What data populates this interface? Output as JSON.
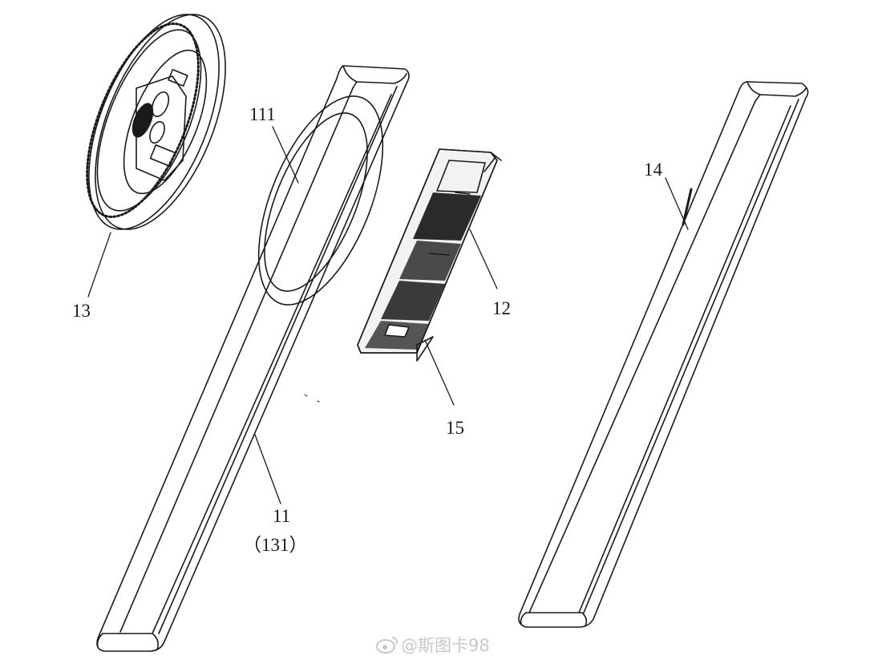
{
  "labels": {
    "l111": "111",
    "l13": "13",
    "l14": "14",
    "l12": "12",
    "l15": "15",
    "l11": "11",
    "l131": "（131）"
  },
  "watermark": {
    "text": "@斯图卡98",
    "icon": "weibo-logo-icon"
  },
  "colors": {
    "line": "#1a1a1a",
    "background": "#ffffff",
    "watermark": "#c8c8c8"
  }
}
